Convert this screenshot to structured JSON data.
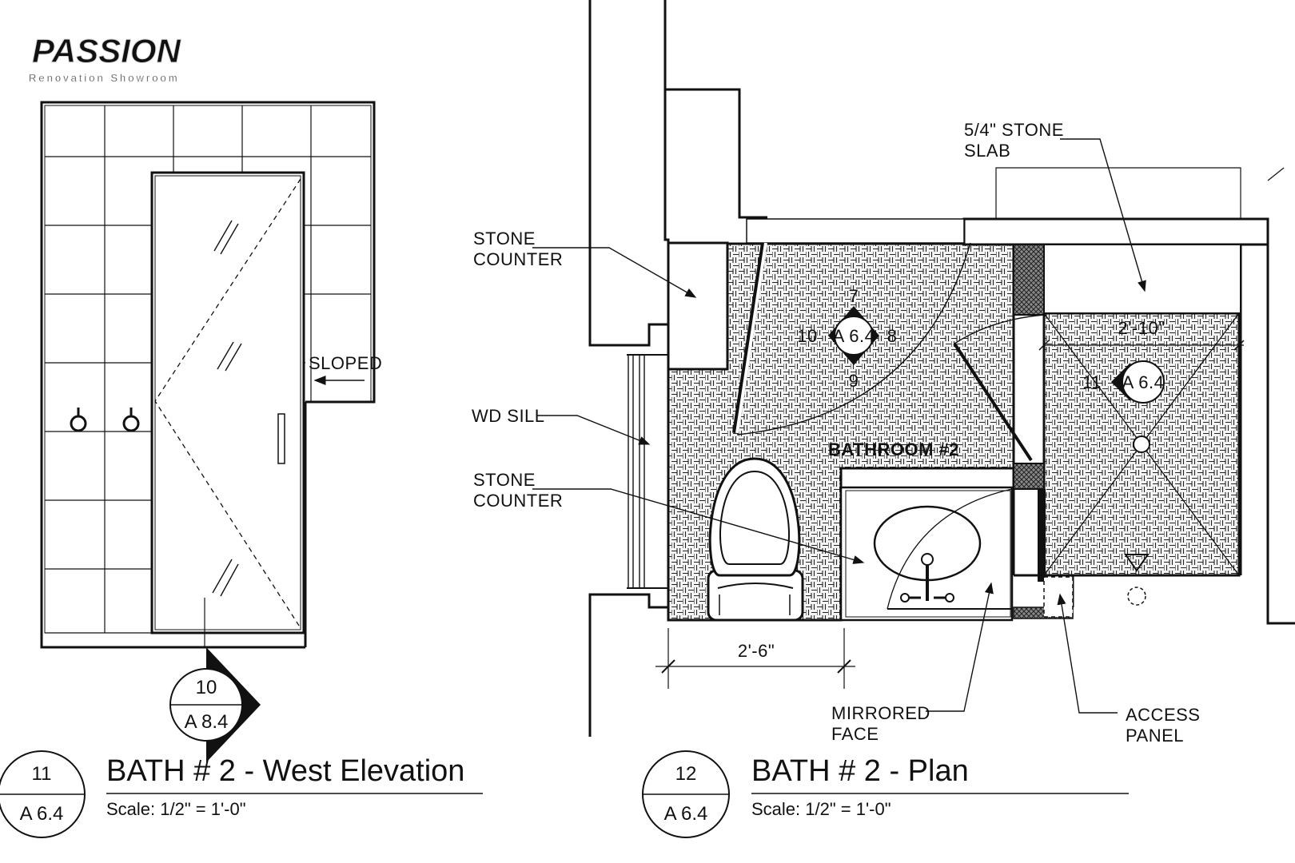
{
  "watermark": {
    "brand": "PASSION",
    "tagline": "Renovation Showroom"
  },
  "west_elevation": {
    "sloped_label": "SLOPED",
    "section_marker": {
      "number": "10",
      "sheet": "A 8.4"
    },
    "title_bubble": {
      "number": "11",
      "sheet": "A 6.4"
    },
    "title": "BATH # 2 - West Elevation",
    "scale": "Scale: 1/2\" = 1'-0\""
  },
  "plan": {
    "labels": {
      "stone_counter_top": [
        "STONE",
        "COUNTER"
      ],
      "wd_sill": "WD SILL",
      "stone_counter_bottom": [
        "STONE",
        "COUNTER"
      ],
      "stone_slab": [
        "5/4\" STONE",
        "SLAB"
      ],
      "mirrored_face": [
        "MIRRORED",
        "FACE"
      ],
      "access_panel": [
        "ACCESS",
        "PANEL"
      ],
      "room_name": "BATHROOM #2"
    },
    "dimensions": {
      "vanity_width": "2'-6\"",
      "shower_width": "2'-10\""
    },
    "elevation_marker": {
      "sheet": "A 6.4",
      "north": "7",
      "south": "9",
      "west": "10",
      "east": "8"
    },
    "shower_marker": {
      "number": "11",
      "sheet": "A 6.4"
    },
    "title_bubble": {
      "number": "12",
      "sheet": "A 6.4"
    },
    "title": "BATH # 2 - Plan",
    "scale": "Scale: 1/2\" = 1'-0\""
  }
}
